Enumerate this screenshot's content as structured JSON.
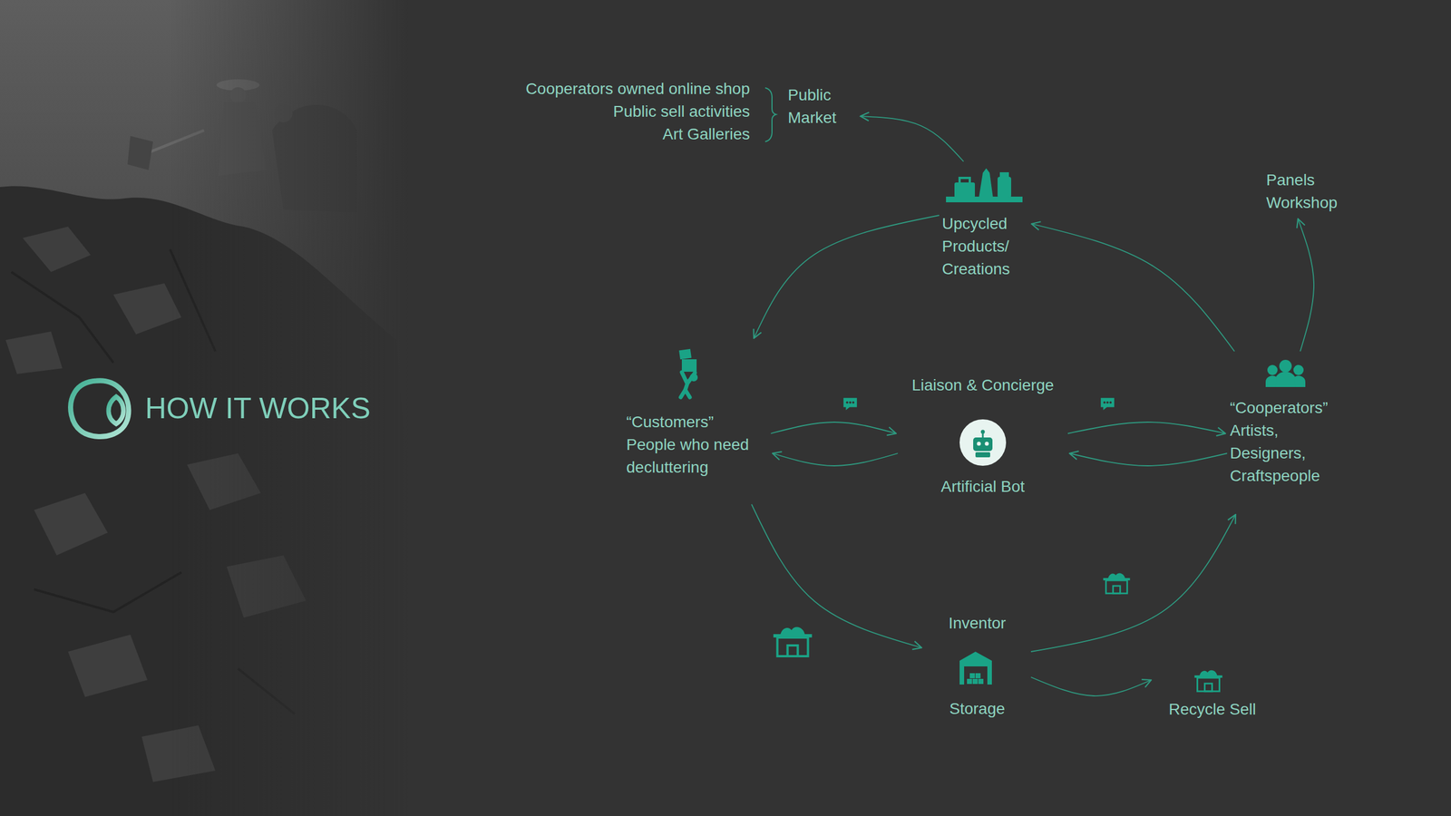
{
  "diagram": {
    "title": "HOW IT WORKS",
    "nodes": [
      {
        "text": [
          "Upcycled Products/ Creations"
        ]
      },
      {
        "text": [
          "“Customers”",
          "People who need decluttering"
        ]
      },
      {
        "text": [
          "Liaison & Concierge",
          "Artificial Bot"
        ]
      },
      {
        "text": [
          "“Cooperators”",
          "Artists, Designers, Craftspeople"
        ]
      },
      {
        "text": [
          "Inventor",
          "Storage"
        ]
      },
      {
        "text": [
          "Public Market"
        ]
      },
      {
        "text": [
          "Panels Workshop"
        ]
      },
      {
        "text": [
          "Recycle Sell"
        ]
      }
    ],
    "edges": [
      {
        "from": 0,
        "to": 1,
        "arrow": "to"
      },
      {
        "from": 1,
        "to": 4,
        "arrow": "to"
      },
      {
        "from": 4,
        "to": 3,
        "arrow": "to"
      },
      {
        "from": 3,
        "to": 0,
        "arrow": "to"
      },
      {
        "from": 0,
        "to": 5,
        "arrow": "to"
      },
      {
        "from": 3,
        "to": 6,
        "arrow": "to"
      },
      {
        "from": 4,
        "to": 7,
        "arrow": "to"
      },
      {
        "from": 1,
        "to": 2,
        "arrow": "to"
      },
      {
        "from": 2,
        "to": 1,
        "arrow": "to"
      },
      {
        "from": 2,
        "to": 3,
        "arrow": "to"
      },
      {
        "from": 3,
        "to": 2,
        "arrow": "to"
      }
    ],
    "labels": [
      "Cooperators owned online shop",
      "Public sell activities",
      "Art Galleries"
    ]
  }
}
